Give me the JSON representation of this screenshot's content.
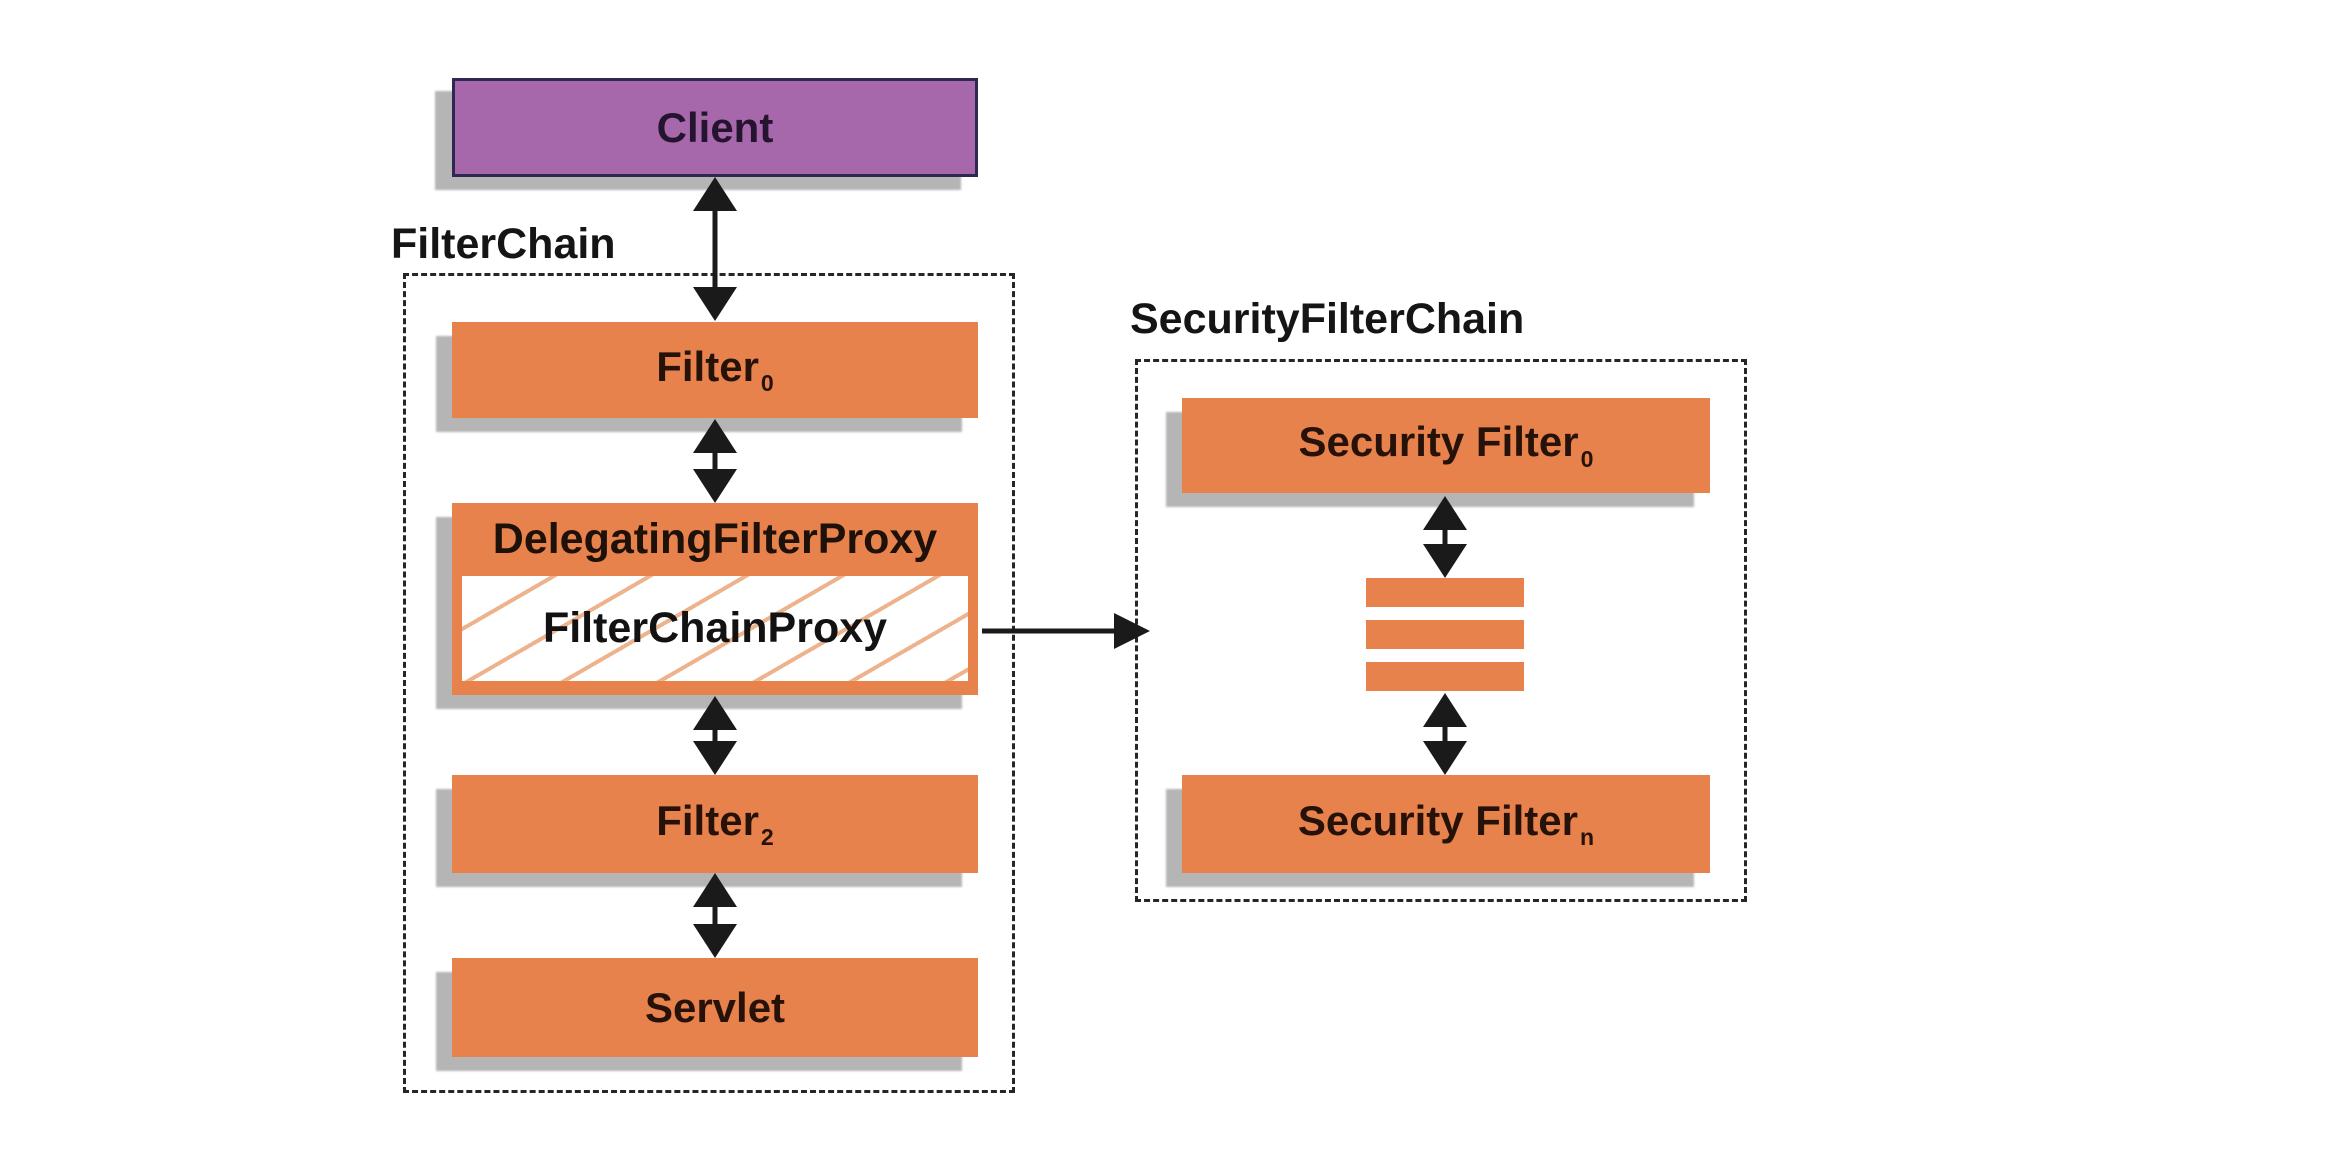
{
  "diagram": {
    "left_chain": {
      "label": "FilterChain",
      "client": "Client",
      "filter0": {
        "text": "Filter",
        "sub": "0"
      },
      "delegating_filter_proxy": "DelegatingFilterProxy",
      "filter_chain_proxy": "FilterChainProxy",
      "filter2": {
        "text": "Filter",
        "sub": "2"
      },
      "servlet": "Servlet"
    },
    "right_chain": {
      "label": "SecurityFilterChain",
      "security_filter0": {
        "text": "Security Filter",
        "sub": "0"
      },
      "security_filtern": {
        "text": "Security Filter",
        "sub": "n"
      }
    },
    "colors": {
      "box_orange": "#e8824d",
      "client_purple": "#a768ab",
      "client_border": "#2c2a50",
      "shadow_gray": "#b5b5b5",
      "arrow_black": "#1a1a1a",
      "hatch_orange": "#eeb28c"
    }
  }
}
